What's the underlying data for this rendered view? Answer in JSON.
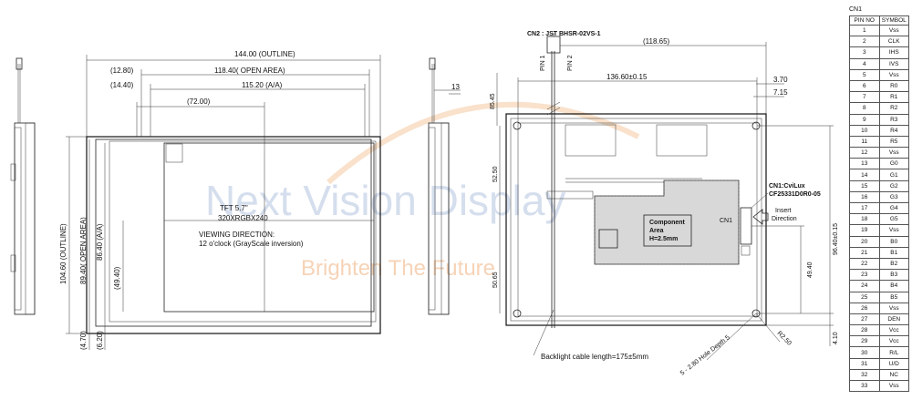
{
  "watermark": {
    "line1": "Next Vision Display",
    "line2": "Brighten The Future"
  },
  "front_view": {
    "dims_top": [
      "144.00 (OUTLINE)",
      "(12.80)",
      "118.40( OPEN AREA)",
      "(14.40)",
      "115.20 (A/A)",
      "(72.00)"
    ],
    "dims_left": [
      "104.60 (OUTLINE)",
      "89.40( OPEN AREA)",
      "86.40 (A/A)",
      "(49.40)",
      "(4.70)",
      "(6.20)"
    ],
    "panel_lines": [
      "TFT 5.7\"",
      "320XRGBX240",
      "VIEWING DIRECTION:",
      "12 o'clock (GrayScale inversion)"
    ]
  },
  "side_view": {
    "dim": "13"
  },
  "rear_view": {
    "connector2": "CN2 : JST BHSR-02VS-1",
    "pin_labels": [
      "PIN 1",
      "PIN 2"
    ],
    "dims": [
      "(118.65)",
      "136.60±0.15",
      "3.70",
      "7.15",
      "85.45",
      "52.50",
      "50.65",
      "96.40±0.15",
      "49.40",
      "4.10"
    ],
    "component_area": [
      "Component",
      "Area",
      "H=2.5mm"
    ],
    "connector1": [
      "CN1:CviLux",
      "CF25331D0R0-05"
    ],
    "cn1_mark": "CN1",
    "insert": [
      "Insert",
      "Direction"
    ],
    "cable": "Backlight cable length=175±5mm",
    "hole": "5 - 2.80 Hole Depth 5",
    "radius": "R2.50"
  },
  "pin_table": {
    "caption": "CN1",
    "headers": [
      "PIN NO",
      "SYMBOL"
    ],
    "rows": [
      [
        "1",
        "Vss"
      ],
      [
        "2",
        "CLK"
      ],
      [
        "3",
        "IHS"
      ],
      [
        "4",
        "IVS"
      ],
      [
        "5",
        "Vss"
      ],
      [
        "6",
        "R0"
      ],
      [
        "7",
        "R1"
      ],
      [
        "8",
        "R2"
      ],
      [
        "9",
        "R3"
      ],
      [
        "10",
        "R4"
      ],
      [
        "11",
        "R5"
      ],
      [
        "12",
        "Vss"
      ],
      [
        "13",
        "G0"
      ],
      [
        "14",
        "G1"
      ],
      [
        "15",
        "G2"
      ],
      [
        "16",
        "G3"
      ],
      [
        "17",
        "G4"
      ],
      [
        "18",
        "G5"
      ],
      [
        "19",
        "Vss"
      ],
      [
        "20",
        "B0"
      ],
      [
        "21",
        "B1"
      ],
      [
        "22",
        "B2"
      ],
      [
        "23",
        "B3"
      ],
      [
        "24",
        "B4"
      ],
      [
        "25",
        "B5"
      ],
      [
        "26",
        "Vss"
      ],
      [
        "27",
        "DEN"
      ],
      [
        "28",
        "Vcc"
      ],
      [
        "29",
        "Vcc"
      ],
      [
        "30",
        "R/L"
      ],
      [
        "31",
        "U/D"
      ],
      [
        "32",
        "NC"
      ],
      [
        "33",
        "Vss"
      ]
    ]
  }
}
